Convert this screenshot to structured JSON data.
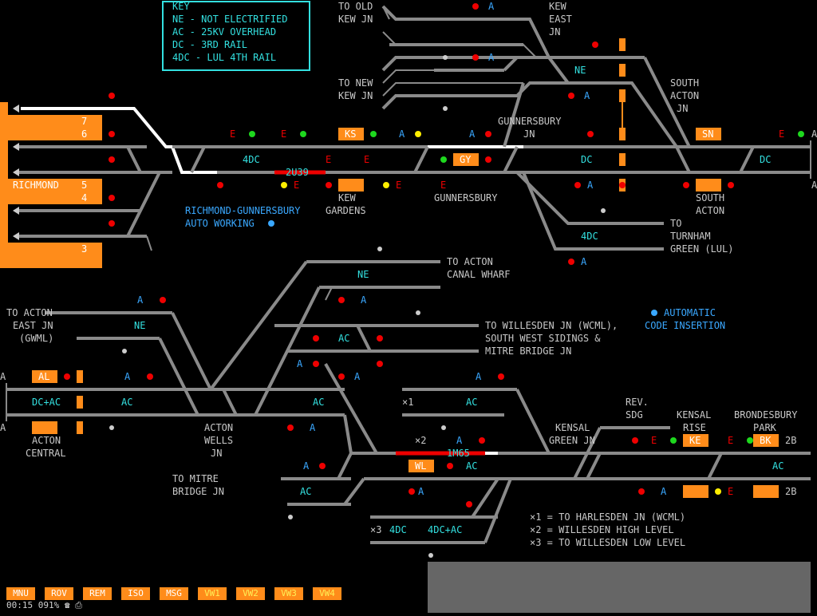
{
  "key": {
    "title": "KEY",
    "lines": [
      "NE  - NOT ELECTRIFIED",
      "AC  - 25KV OVERHEAD",
      "DC  - 3RD RAIL",
      "4DC - LUL 4TH RAIL"
    ]
  },
  "labels": {
    "old_kew": [
      "TO OLD",
      "KEW JN"
    ],
    "kew_east": [
      "KEW",
      "EAST",
      "JN"
    ],
    "new_kew": [
      "TO NEW",
      "KEW JN"
    ],
    "south_acton_jn": [
      "SOUTH",
      "ACTON",
      "JN"
    ],
    "gunnersbury_jn": [
      "GUNNERSBURY",
      "JN"
    ],
    "richmond": "RICHMOND",
    "kew_gardens": [
      "KEW",
      "GARDENS"
    ],
    "gunnersbury": "GUNNERSBURY",
    "south_acton": [
      "SOUTH",
      "ACTON"
    ],
    "turnham": [
      "TO",
      "TURNHAM",
      "GREEN (LUL)"
    ],
    "rich_auto": [
      "RICHMOND-GUNNERSBURY",
      "AUTO WORKING"
    ],
    "acton_canal": [
      "TO ACTON",
      "CANAL WHARF"
    ],
    "acton_east": [
      "TO ACTON",
      "EAST JN",
      "(GWML)"
    ],
    "willesden": [
      "TO WILLESDEN JN (WCML),",
      "SOUTH WEST SIDINGS &",
      "MITRE BRIDGE JN"
    ],
    "auto_code": [
      "AUTOMATIC",
      "CODE INSERTION"
    ],
    "acton_central": [
      "ACTON",
      "CENTRAL"
    ],
    "acton_wells": [
      "ACTON",
      "WELLS",
      "JN"
    ],
    "mitre_bridge": [
      "TO MITRE",
      "BRIDGE JN"
    ],
    "rev_sdg": [
      "REV.",
      "SDG"
    ],
    "kensal_green": [
      "KENSAL",
      "GREEN JN"
    ],
    "kensal_rise": [
      "KENSAL",
      "RISE"
    ],
    "brondesbury": [
      "BRONDESBURY",
      "PARK"
    ],
    "footnotes": [
      "×1 = TO HARLESDEN JN (WCML)",
      "×2 = WILLESDEN HIGH LEVEL",
      "×3 = TO WILLESDEN LOW LEVEL"
    ],
    "x1": "×1",
    "x2": "×2",
    "x3": "×3"
  },
  "platforms": [
    "7",
    "6",
    "5",
    "4",
    "3"
  ],
  "electrification": {
    "ne1": "NE",
    "ne2": "NE",
    "ne3": "NE",
    "dc4_1": "4DC",
    "dc1": "DC",
    "dc2": "DC",
    "dc4_2": "4DC",
    "ac1": "AC",
    "ac2": "AC",
    "ac3": "AC",
    "ac4": "AC",
    "ac5": "AC",
    "ac6": "AC",
    "ac7": "AC",
    "ac8": "AC",
    "dcac": "DC+AC",
    "dc4_3": "4DC",
    "dc4ac": "4DC+AC"
  },
  "berths": {
    "train1": "2U39",
    "train2": "1M65"
  },
  "station_codes": [
    "KS",
    "GY",
    "SN",
    "AL",
    "KE",
    "BK",
    "WL"
  ],
  "line_ends": {
    "a": "A",
    "b2": "2B"
  },
  "signal_marks": {
    "e": "E",
    "a": "A"
  },
  "menu_buttons": [
    "MNU",
    "ROV",
    "REM",
    "ISO",
    "MSG",
    "VW1",
    "VW2",
    "VW3",
    "VW4"
  ],
  "status": {
    "time": "00:15",
    "percent": "091%"
  },
  "colors": {
    "platform": "#ff8c1a",
    "track": "#8a8a8a",
    "electric_text": "#33e0e0",
    "info_text": "#3aa8ff",
    "signal_red": "#e00",
    "signal_green": "#1ed81e",
    "signal_yellow": "#ffee00"
  }
}
